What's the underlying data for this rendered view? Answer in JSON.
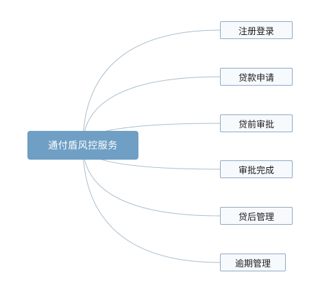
{
  "diagram": {
    "root": {
      "label": "通付盾风控服务"
    },
    "branches": [
      {
        "id": "register",
        "label": "注册登录"
      },
      {
        "id": "loan-apply",
        "label": "贷款申请"
      },
      {
        "id": "pre-loan",
        "label": "贷前审批"
      },
      {
        "id": "approval-done",
        "label": "审批完成"
      },
      {
        "id": "post-loan",
        "label": "贷后管理"
      },
      {
        "id": "overdue",
        "label": "逾期管理"
      }
    ],
    "colors": {
      "root_fill": "#6f9fc4",
      "root_text": "#ffffff",
      "node_fill": "#f7fafd",
      "node_border": "#8fa8c4",
      "connector": "#a9bccb"
    }
  }
}
